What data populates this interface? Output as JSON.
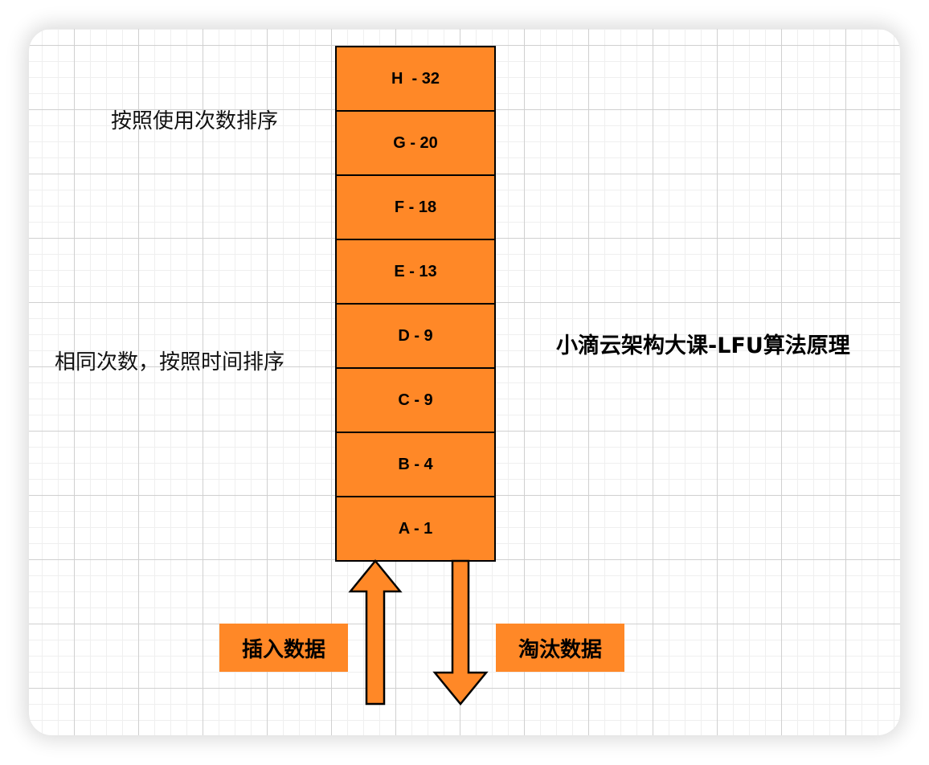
{
  "diagram": {
    "title": "小滴云架构大课-LFU算法原理",
    "stack": {
      "fill_color": "#FF8827",
      "cells": [
        {
          "key": "H",
          "count": 32,
          "label": "H  - 32"
        },
        {
          "key": "G",
          "count": 20,
          "label": "G - 20"
        },
        {
          "key": "F",
          "count": 18,
          "label": "F - 18"
        },
        {
          "key": "E",
          "count": 13,
          "label": "E - 13"
        },
        {
          "key": "D",
          "count": 9,
          "label": "D - 9"
        },
        {
          "key": "C",
          "count": 9,
          "label": "C - 9"
        },
        {
          "key": "B",
          "count": 4,
          "label": "B - 4"
        },
        {
          "key": "A",
          "count": 1,
          "label": "A - 1"
        }
      ]
    },
    "notes": {
      "sort_by_count": "按照使用次数排序",
      "same_count_by_time": "相同次数，按照时间排序"
    },
    "arrows": {
      "insert": {
        "direction": "up",
        "label": "插入数据"
      },
      "evict": {
        "direction": "down",
        "label": "淘汰数据"
      }
    }
  }
}
